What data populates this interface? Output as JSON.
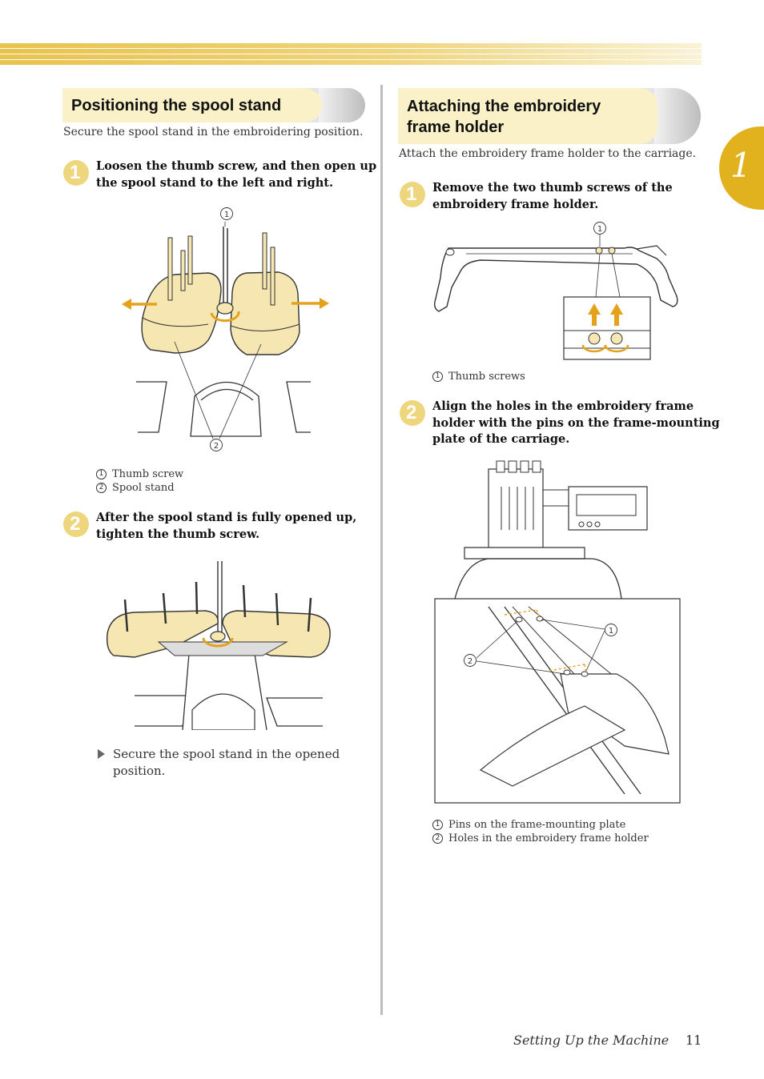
{
  "chapter": {
    "number": "1"
  },
  "left": {
    "heading": "Positioning the spool stand",
    "intro": "Secure the spool stand in the embroidering position.",
    "step1": {
      "number": "1",
      "line1": "Loosen the thumb screw, and then open up",
      "line2": "the spool stand to the left and right."
    },
    "fig1": {
      "callout1": "1",
      "callout2": "2",
      "legend": [
        {
          "num": "1",
          "text": "Thumb screw"
        },
        {
          "num": "2",
          "text": "Spool stand"
        }
      ]
    },
    "step2": {
      "number": "2",
      "line1": "After the spool stand is fully opened up,",
      "line2": "tighten the thumb screw."
    },
    "result": {
      "line1": "Secure the spool stand in the opened",
      "line2": "position."
    }
  },
  "right": {
    "heading_line1": "Attaching the embroidery",
    "heading_line2": "frame holder",
    "intro": "Attach the embroidery frame holder to the carriage.",
    "step1": {
      "number": "1",
      "line1": "Remove the two thumb screws of the",
      "line2": "embroidery frame holder."
    },
    "fig1": {
      "callout1": "1",
      "legend": [
        {
          "num": "1",
          "text": "Thumb screws"
        }
      ]
    },
    "step2": {
      "number": "2",
      "line1": "Align the holes in the embroidery frame",
      "line2": "holder with the pins on the frame-mounting",
      "line3": "plate of the carriage."
    },
    "fig2": {
      "callout1": "1",
      "callout2": "2",
      "legend": [
        {
          "num": "1",
          "text": "Pins on the frame-mounting plate"
        },
        {
          "num": "2",
          "text": "Holes in the embroidery frame holder"
        }
      ]
    }
  },
  "footer": {
    "title": "Setting Up the Machine",
    "page": "11"
  },
  "colors": {
    "accent_gold": "#e2b21e",
    "heading_bg": "#faf1c8",
    "step_badge": "#eed67e",
    "illustration_fill": "#f6e6b2",
    "arrow_orange": "#e3a21a"
  }
}
